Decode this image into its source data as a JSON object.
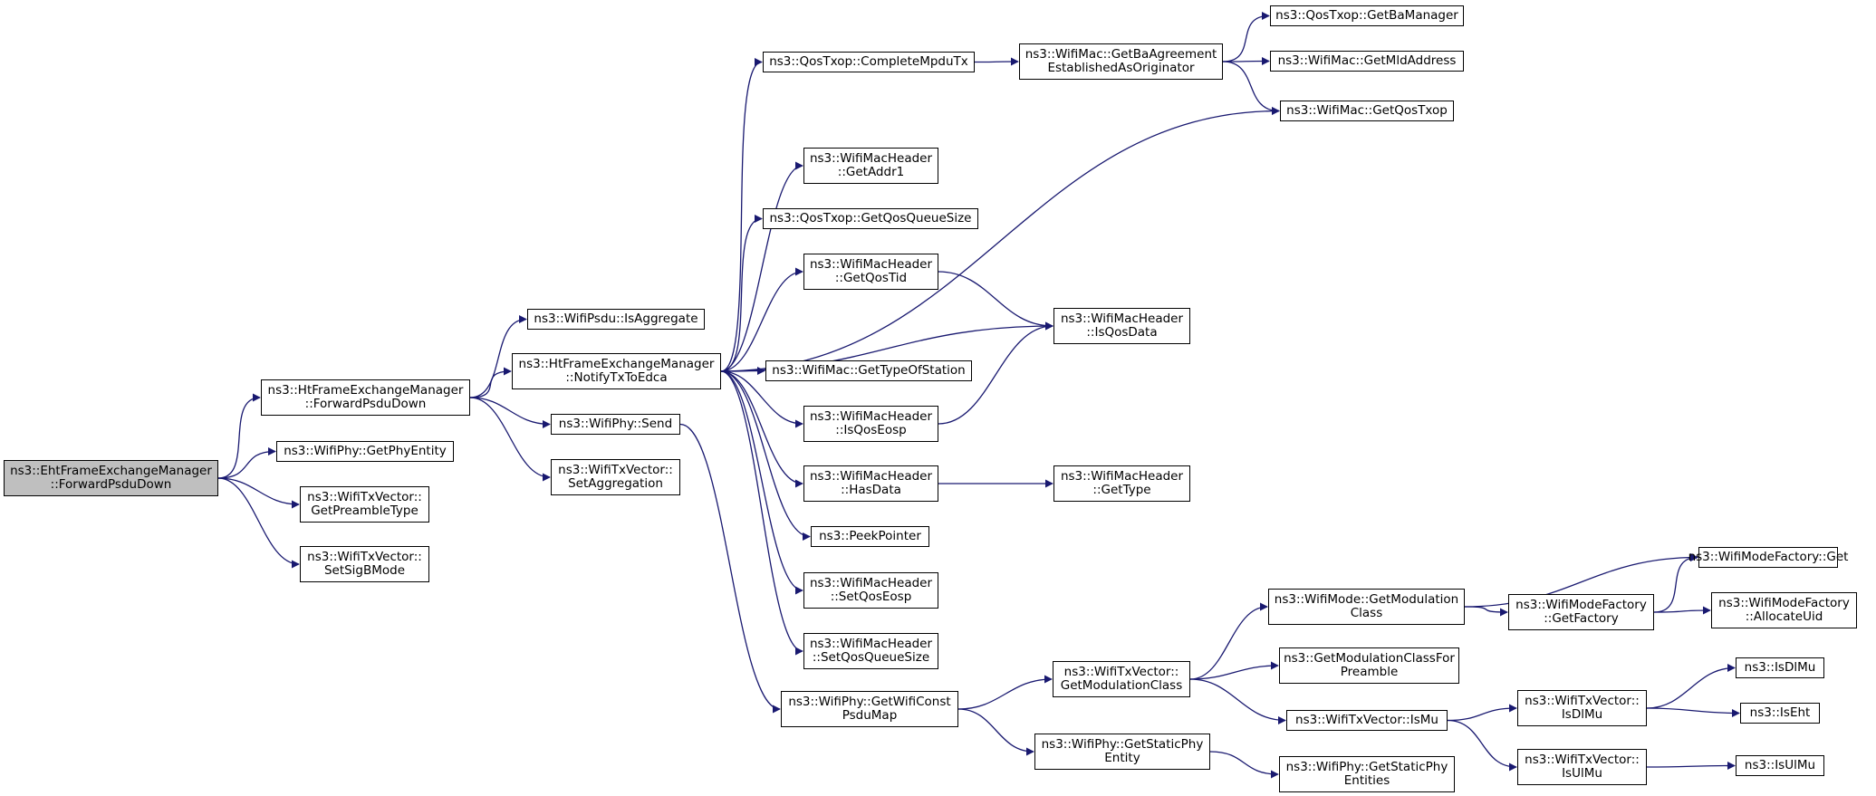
{
  "colors": {
    "edge": "#191970",
    "node_border": "#000000",
    "node_fill": "#ffffff",
    "root_fill": "#bfbfbf"
  },
  "nodes": {
    "eht_forward": {
      "lines": [
        "ns3::EhtFrameExchangeManager",
        "::ForwardPsduDown"
      ]
    },
    "ht_forward": {
      "lines": [
        "ns3::HtFrameExchangeManager",
        "::ForwardPsduDown"
      ]
    },
    "get_phy_entity": {
      "lines": [
        "ns3::WifiPhy::GetPhyEntity"
      ]
    },
    "get_preamble_type": {
      "lines": [
        "ns3::WifiTxVector::",
        "GetPreambleType"
      ]
    },
    "set_sigb_mode": {
      "lines": [
        "ns3::WifiTxVector::",
        "SetSigBMode"
      ]
    },
    "is_aggregate": {
      "lines": [
        "ns3::WifiPsdu::IsAggregate"
      ]
    },
    "notify_tx": {
      "lines": [
        "ns3::HtFrameExchangeManager",
        "::NotifyTxToEdca"
      ]
    },
    "phy_send": {
      "lines": [
        "ns3::WifiPhy::Send"
      ]
    },
    "set_aggregation": {
      "lines": [
        "ns3::WifiTxVector::",
        "SetAggregation"
      ]
    },
    "complete_mpdu": {
      "lines": [
        "ns3::QosTxop::CompleteMpduTx"
      ]
    },
    "get_addr1": {
      "lines": [
        "ns3::WifiMacHeader",
        "::GetAddr1"
      ]
    },
    "get_qos_queue_size": {
      "lines": [
        "ns3::QosTxop::GetQosQueueSize"
      ]
    },
    "get_qos_tid": {
      "lines": [
        "ns3::WifiMacHeader",
        "::GetQosTid"
      ]
    },
    "get_type_of_station": {
      "lines": [
        "ns3::WifiMac::GetTypeOfStation"
      ]
    },
    "is_qos_eosp": {
      "lines": [
        "ns3::WifiMacHeader",
        "::IsQosEosp"
      ]
    },
    "has_data": {
      "lines": [
        "ns3::WifiMacHeader",
        "::HasData"
      ]
    },
    "peek_pointer": {
      "lines": [
        "ns3::PeekPointer"
      ]
    },
    "set_qos_eosp": {
      "lines": [
        "ns3::WifiMacHeader",
        "::SetQosEosp"
      ]
    },
    "set_qos_queue_size": {
      "lines": [
        "ns3::WifiMacHeader",
        "::SetQosQueueSize"
      ]
    },
    "get_wifi_const": {
      "lines": [
        "ns3::WifiPhy::GetWifiConst",
        "PsduMap"
      ]
    },
    "get_ba_agreement": {
      "lines": [
        "ns3::WifiMac::GetBaAgreement",
        "EstablishedAsOriginator"
      ]
    },
    "get_qos_txop": {
      "lines": [
        "ns3::WifiMac::GetQosTxop"
      ]
    },
    "is_qos_data": {
      "lines": [
        "ns3::WifiMacHeader",
        "::IsQosData"
      ]
    },
    "get_type": {
      "lines": [
        "ns3::WifiMacHeader",
        "::GetType"
      ]
    },
    "get_ba_manager": {
      "lines": [
        "ns3::QosTxop::GetBaManager"
      ]
    },
    "get_mld_address": {
      "lines": [
        "ns3::WifiMac::GetMldAddress"
      ]
    },
    "get_mod_class_tx": {
      "lines": [
        "ns3::WifiTxVector::",
        "GetModulationClass"
      ]
    },
    "get_static_phy_entity": {
      "lines": [
        "ns3::WifiPhy::GetStaticPhy",
        "Entity"
      ]
    },
    "mode_get_mod_class": {
      "lines": [
        "ns3::WifiMode::GetModulation",
        "Class"
      ]
    },
    "get_mod_class_for_preamble": {
      "lines": [
        "ns3::GetModulationClassFor",
        "Preamble"
      ]
    },
    "is_mu": {
      "lines": [
        "ns3::WifiTxVector::IsMu"
      ]
    },
    "get_static_phy_entities": {
      "lines": [
        "ns3::WifiPhy::GetStaticPhy",
        "Entities"
      ]
    },
    "mode_factory_get": {
      "lines": [
        "ns3::WifiModeFactory::Get"
      ]
    },
    "get_factory": {
      "lines": [
        "ns3::WifiModeFactory",
        "::GetFactory"
      ]
    },
    "allocate_uid": {
      "lines": [
        "ns3::WifiModeFactory",
        "::AllocateUid"
      ]
    },
    "is_dl_mu_tx": {
      "lines": [
        "ns3::WifiTxVector::",
        "IsDlMu"
      ]
    },
    "is_ul_mu_tx": {
      "lines": [
        "ns3::WifiTxVector::",
        "IsUlMu"
      ]
    },
    "is_dl_mu": {
      "lines": [
        "ns3::IsDlMu"
      ]
    },
    "is_eht": {
      "lines": [
        "ns3::IsEht"
      ]
    },
    "is_ul_mu": {
      "lines": [
        "ns3::IsUlMu"
      ]
    }
  },
  "edges": [
    [
      "eht_forward",
      "ht_forward"
    ],
    [
      "eht_forward",
      "get_phy_entity"
    ],
    [
      "eht_forward",
      "get_preamble_type"
    ],
    [
      "eht_forward",
      "set_sigb_mode"
    ],
    [
      "ht_forward",
      "is_aggregate"
    ],
    [
      "ht_forward",
      "notify_tx"
    ],
    [
      "ht_forward",
      "phy_send"
    ],
    [
      "ht_forward",
      "set_aggregation"
    ],
    [
      "notify_tx",
      "complete_mpdu"
    ],
    [
      "notify_tx",
      "get_qos_txop"
    ],
    [
      "notify_tx",
      "get_addr1"
    ],
    [
      "notify_tx",
      "get_qos_queue_size"
    ],
    [
      "notify_tx",
      "get_qos_tid"
    ],
    [
      "notify_tx",
      "is_qos_data"
    ],
    [
      "notify_tx",
      "get_type_of_station"
    ],
    [
      "notify_tx",
      "is_qos_eosp"
    ],
    [
      "notify_tx",
      "has_data"
    ],
    [
      "notify_tx",
      "peek_pointer"
    ],
    [
      "notify_tx",
      "set_qos_eosp"
    ],
    [
      "notify_tx",
      "set_qos_queue_size"
    ],
    [
      "phy_send",
      "get_wifi_const"
    ],
    [
      "complete_mpdu",
      "get_ba_agreement"
    ],
    [
      "get_ba_agreement",
      "get_ba_manager"
    ],
    [
      "get_ba_agreement",
      "get_mld_address"
    ],
    [
      "get_ba_agreement",
      "get_qos_txop"
    ],
    [
      "get_qos_tid",
      "is_qos_data"
    ],
    [
      "is_qos_eosp",
      "is_qos_data"
    ],
    [
      "has_data",
      "get_type"
    ],
    [
      "get_wifi_const",
      "get_mod_class_tx"
    ],
    [
      "get_wifi_const",
      "get_static_phy_entity"
    ],
    [
      "get_mod_class_tx",
      "mode_get_mod_class"
    ],
    [
      "get_mod_class_tx",
      "get_mod_class_for_preamble"
    ],
    [
      "get_mod_class_tx",
      "is_mu"
    ],
    [
      "get_static_phy_entity",
      "get_static_phy_entities"
    ],
    [
      "mode_get_mod_class",
      "mode_factory_get"
    ],
    [
      "mode_get_mod_class",
      "get_factory"
    ],
    [
      "get_factory",
      "mode_factory_get"
    ],
    [
      "get_factory",
      "allocate_uid"
    ],
    [
      "is_mu",
      "is_dl_mu_tx"
    ],
    [
      "is_mu",
      "is_ul_mu_tx"
    ],
    [
      "is_dl_mu_tx",
      "is_dl_mu"
    ],
    [
      "is_dl_mu_tx",
      "is_eht"
    ],
    [
      "is_ul_mu_tx",
      "is_ul_mu"
    ]
  ]
}
